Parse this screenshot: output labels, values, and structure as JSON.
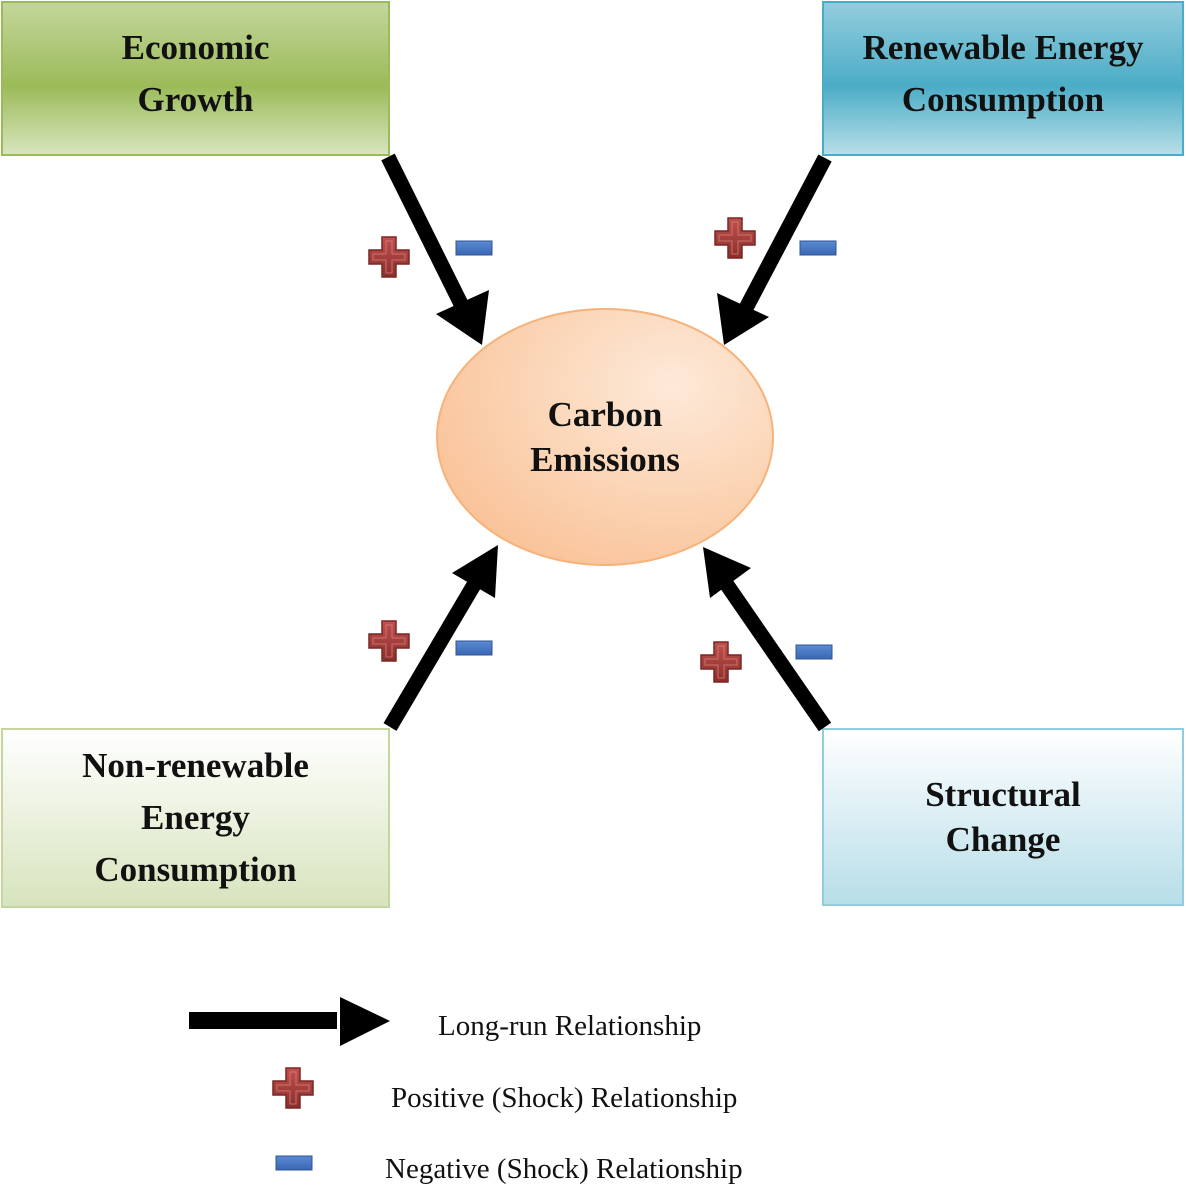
{
  "nodes": {
    "economic_growth": [
      "Economic",
      "Growth"
    ],
    "renewable_energy": [
      "Renewable Energy",
      "Consumption"
    ],
    "non_renewable_energy": [
      "Non-renewable",
      "Energy",
      "Consumption"
    ],
    "structural_change": [
      "Structural",
      "Change"
    ],
    "carbon_emissions": [
      "Carbon",
      "Emissions"
    ]
  },
  "legend": {
    "long_run": "Long-run Relationship",
    "positive": "Positive (Shock) Relationship",
    "negative": "Negative (Shock) Relationship"
  },
  "colors": {
    "green_accent": "#9bbb59",
    "blue_accent": "#4bacc6",
    "ellipse_fill": "#fbd4b4",
    "plus_color": "#a0393c",
    "minus_color": "#4472c4",
    "arrow_color": "#000000"
  },
  "icons": {
    "plus": "plus-icon",
    "minus": "minus-icon",
    "arrow": "arrow-icon"
  }
}
